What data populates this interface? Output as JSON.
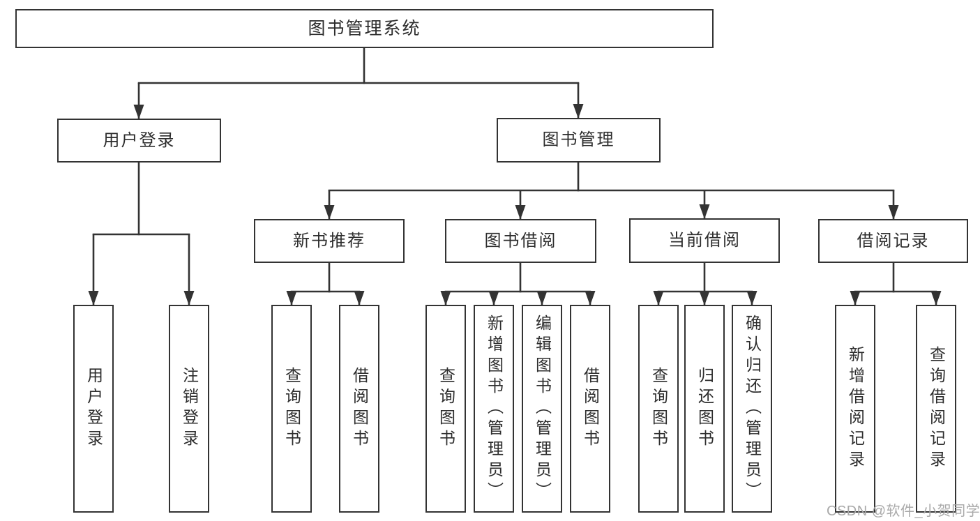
{
  "title": "图书管理系统",
  "branches": {
    "login": {
      "label": "用户登录",
      "children": [
        "用户登录",
        "注销登录"
      ]
    },
    "management": {
      "label": "图书管理",
      "sections": [
        {
          "label": "新书推荐",
          "children": [
            "查询图书",
            "借阅图书"
          ]
        },
        {
          "label": "图书借阅",
          "children": [
            "查询图书",
            "新增图书（管理员）",
            "编辑图书（管理员）",
            "借阅图书"
          ]
        },
        {
          "label": "当前借阅",
          "children": [
            "查询图书",
            "归还图书",
            "确认归还（管理员）"
          ]
        },
        {
          "label": "借阅记录",
          "children": [
            "新增借阅记录",
            "查询借阅记录"
          ]
        }
      ]
    }
  },
  "watermark": "CSDN @软件_小贺同学",
  "colors": {
    "line": "#333333",
    "text": "#2d2d2d",
    "watermark": "#a9a9a9",
    "background": "#ffffff"
  }
}
